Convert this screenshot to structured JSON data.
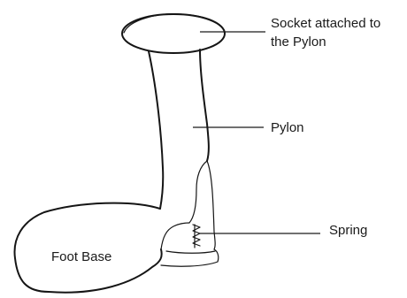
{
  "labels": {
    "socket": [
      "Socket attached to",
      "the Pylon"
    ],
    "pylon": "Pylon",
    "spring": "Spring",
    "foot_base": "Foot Base"
  },
  "colors": {
    "ink": "#151515",
    "background": "#ffffff"
  }
}
